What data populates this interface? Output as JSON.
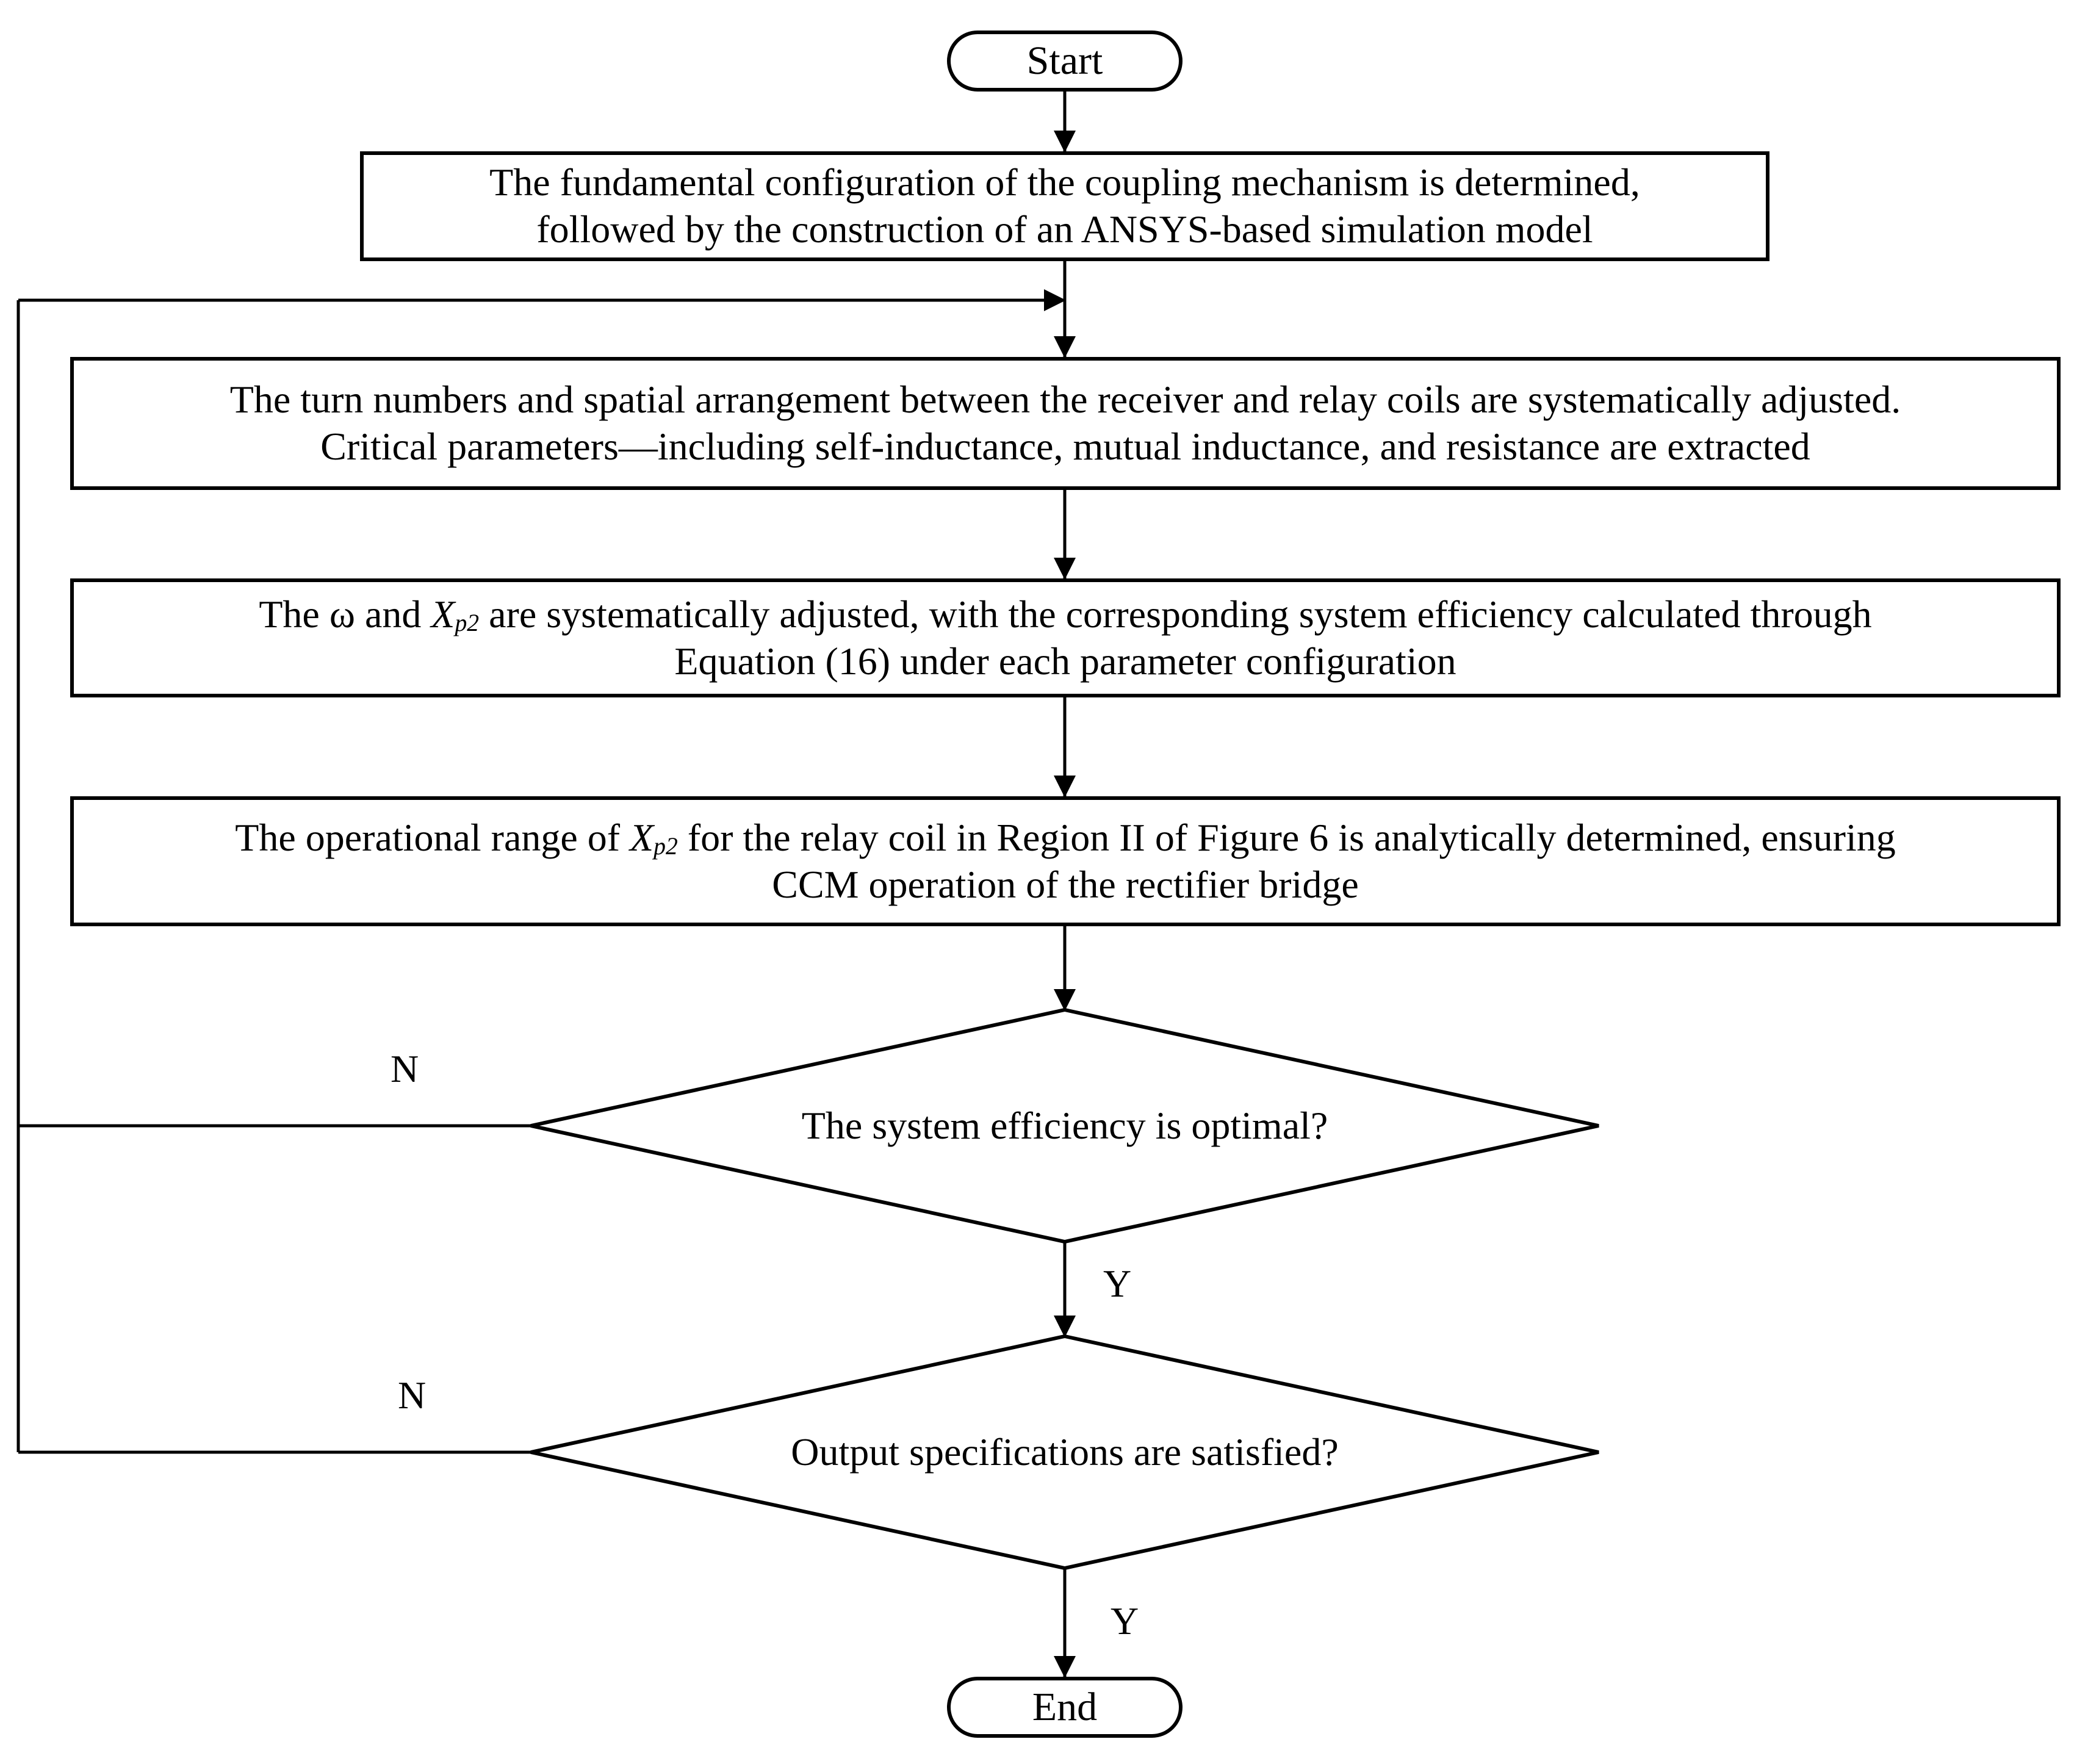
{
  "flowchart": {
    "start": "Start",
    "end": "End",
    "step1": {
      "line1": "The fundamental configuration of the coupling mechanism is determined,",
      "line2": "followed by the construction of an ANSYS-based simulation model"
    },
    "step2": {
      "line1": "The turn numbers and spatial arrangement between the receiver and relay coils are systematically adjusted.",
      "line2": "Critical parameters—including self-inductance, mutual inductance, and resistance are extracted"
    },
    "step3": {
      "line1_before": "The ω and ",
      "var": "X",
      "var_sub": "p2",
      "line1_after": " are systematically adjusted, with the corresponding system efficiency calculated through",
      "line2": "Equation (16) under each parameter configuration"
    },
    "step4": {
      "line1_before": "The operational range of ",
      "var": "X",
      "var_sub": "p2",
      "line1_after": " for the relay coil in Region II of Figure 6 is analytically determined, ensuring",
      "line2": "CCM operation of the rectifier bridge"
    },
    "decision1": {
      "question": "The system efficiency is optimal?",
      "no_label": "N",
      "yes_label": "Y"
    },
    "decision2": {
      "question": "Output specifications are satisfied?",
      "no_label": "N",
      "yes_label": "Y"
    }
  }
}
